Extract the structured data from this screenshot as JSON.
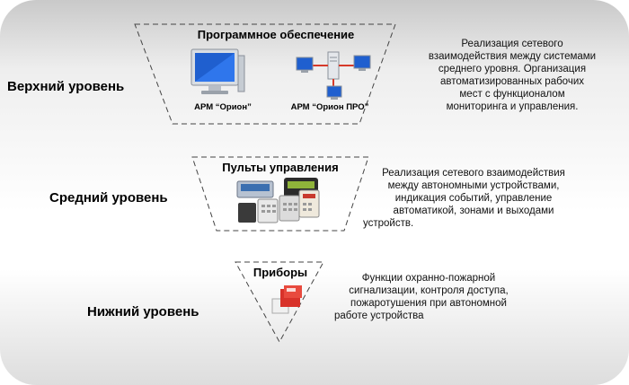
{
  "levels": {
    "top": "Верхний уровень",
    "middle": "Средний уровень",
    "bottom": "Нижний уровень"
  },
  "boxes": {
    "software": {
      "title": "Программное обеспечение",
      "caption_left": "АРМ “Орион”",
      "caption_right": "АРМ “Орион ПРО”"
    },
    "panels": {
      "title": "Пульты управления"
    },
    "devices": {
      "title": "Приборы"
    }
  },
  "descriptions": {
    "top": [
      "Реализация сетевого",
      "взаимодействия между системами",
      "среднего уровня. Организация",
      "автоматизированных рабочих",
      "мест с функционалом",
      "мониторинга и управления."
    ],
    "middle": [
      "Реализация сетевого взаимодействия",
      "между автономными устройствами,",
      "индикация событий, управление",
      "автоматикой, зонами и выходами",
      "устройств."
    ],
    "bottom": [
      "Функции охранно-пожарной",
      "сигнализации, контроля доступа,",
      "пожаротушения при автономной",
      "работе устройства"
    ]
  },
  "icons": {
    "monitor": "computer-monitor-icon",
    "network": "computer-network-icon",
    "panels": "control-panels-icon",
    "device": "security-device-icon"
  }
}
